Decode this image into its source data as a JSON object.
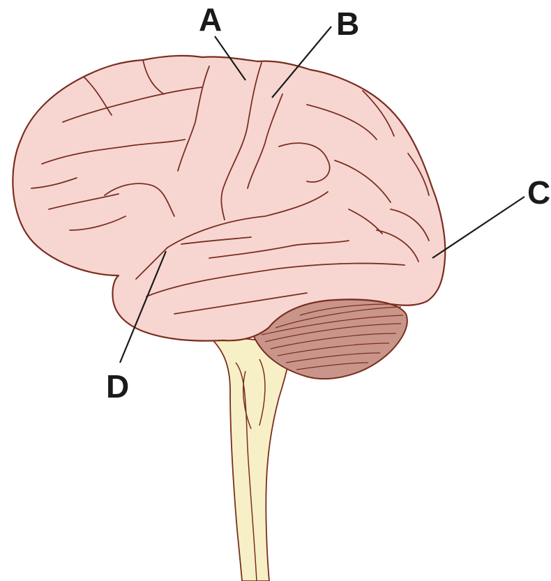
{
  "labels": {
    "a": "A",
    "b": "B",
    "c": "C",
    "d": "D"
  },
  "colors": {
    "cortex_fill": "#f7d6d2",
    "outline": "#7a2e1e",
    "cerebellum_fill": "#c9958a",
    "brainstem_fill": "#f7f0c6",
    "label_text": "#1a1a1a"
  }
}
